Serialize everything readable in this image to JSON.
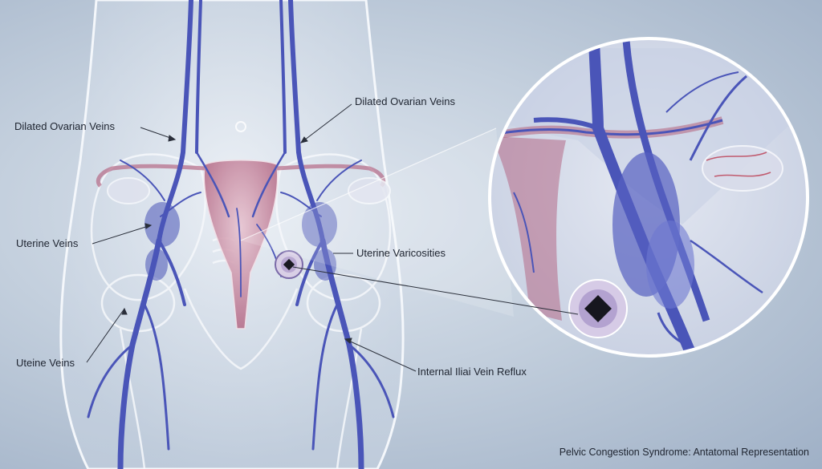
{
  "labels": {
    "dilated_ovarian_veins_left": "Dilated Ovarian Veins",
    "dilated_ovarian_veins_right": "Dilated Ovarian Veins",
    "uterine_veins": "Uterine Veins",
    "uteine_veins": "Uteine Veins",
    "uterine_varicosities": "Uterine Varicosities",
    "internal_iliac_vein_reflux": "Internal Iliai Vein Reflux"
  },
  "caption": "Pelvic Congestion Syndrome: Antatomal Representation",
  "colors": {
    "vein": "#4a55b8",
    "vein_light": "#6e78d0",
    "uterus": "#b56a86",
    "body_outline": "#f3f6fa",
    "leader_line": "#2a2f3a"
  }
}
